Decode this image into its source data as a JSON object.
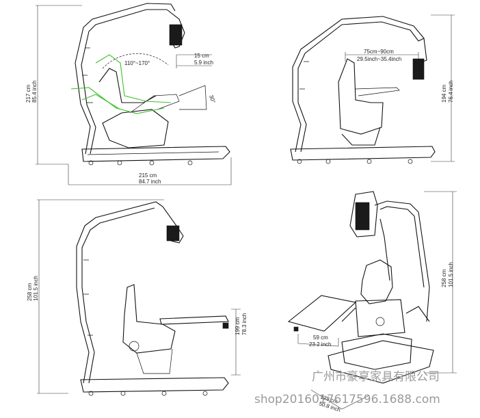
{
  "views": {
    "side_top_left": {
      "height_cm": "217 cm",
      "height_inch": "85.4 inch",
      "width_cm": "215 cm",
      "width_inch": "84.7 inch",
      "recline": "110°~170°",
      "monitor_offset_cm": "15 cm",
      "monitor_offset_inch": "5.9 inch",
      "tilt_angle": "30°"
    },
    "side_top_right": {
      "reach_cm": "75cm~90cm",
      "reach_inch": "29.5inch~35.4inch",
      "height_cm": "194 cm",
      "height_inch": "76.4 inch"
    },
    "side_bottom_left": {
      "height_cm": "258 cm",
      "height_inch": "101.5 inch",
      "desk_height_cm": "199 cm",
      "desk_height_inch": "78.3 inch"
    },
    "front_bottom_right": {
      "height_cm": "258 cm",
      "height_inch": "101.5 inch",
      "desk_width_cm": "59 cm",
      "desk_width_inch": "23.2 inch",
      "base_width_cm": "129 cm",
      "base_width_inch": "50.8 inch"
    }
  },
  "watermark": {
    "company": "广州市豪享家具有限公司",
    "shop": "shop2016017617596.1688.com"
  }
}
